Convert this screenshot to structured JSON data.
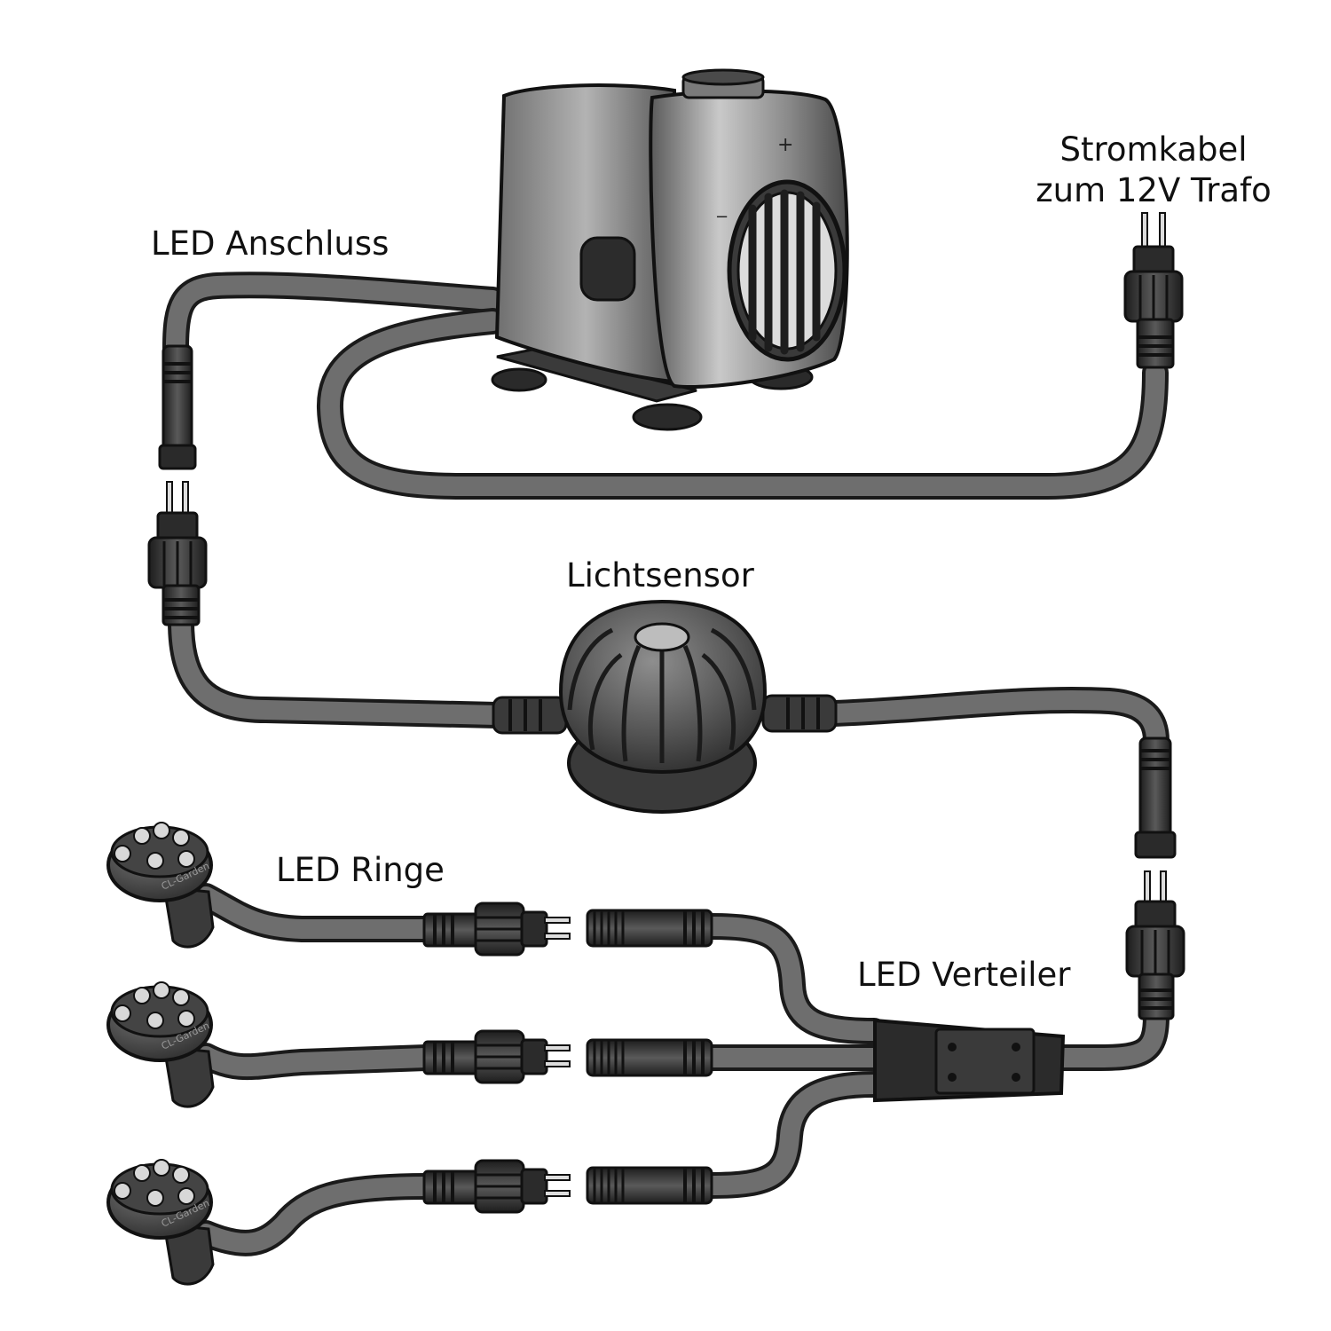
{
  "labels": {
    "led_anschluss": "LED Anschluss",
    "stromkabel_line1": "Stromkabel",
    "stromkabel_line2": "zum 12V Trafo",
    "lichtsensor": "Lichtsensor",
    "led_ringe": "LED Ringe",
    "led_verteiler": "LED Verteiler"
  },
  "pump_marks": {
    "plus": "+",
    "minus": "−"
  },
  "ring_brand": "CL-Garden",
  "colors": {
    "cable_outline": "#1a1a1a",
    "cable_fill": "#6e6e6e",
    "pump_body": "#9a9a9a",
    "connector": "#2b2b2b",
    "sensor": "#5a5a5a",
    "text": "#111111"
  }
}
